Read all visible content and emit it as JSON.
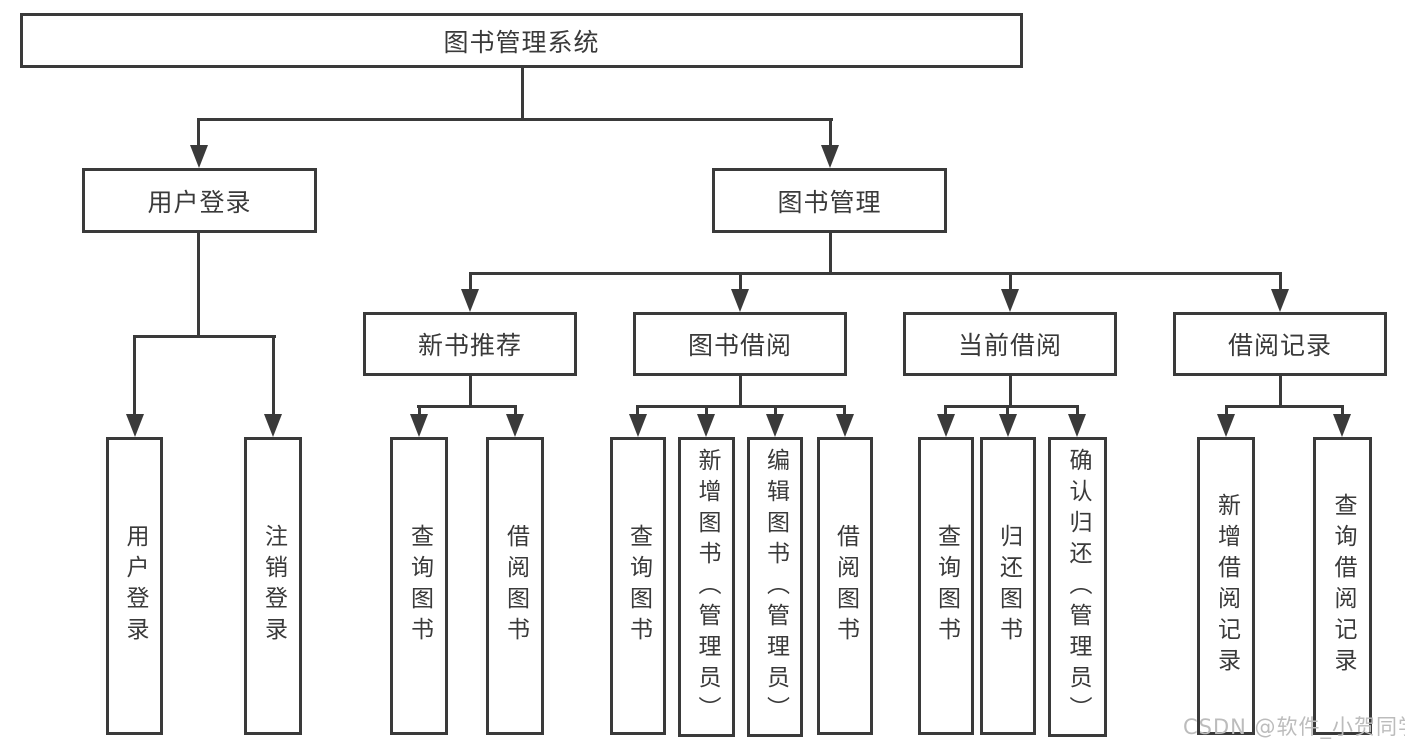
{
  "diagram_title": "图书管理系统",
  "nodes": {
    "root": "图书管理系统",
    "user_login": "用户登录",
    "book_mgmt": "图书管理",
    "new_book_rec": "新书推荐",
    "book_borrow": "图书借阅",
    "current_borrow": "当前借阅",
    "borrow_record": "借阅记录",
    "ul_login": "用户登录",
    "ul_logout": "注销登录",
    "nr_query": "查询图书",
    "nr_borrow": "借阅图书",
    "bb_query": "查询图书",
    "bb_add": "新增图书（管理员）",
    "bb_edit": "编辑图书（管理员）",
    "bb_borrow": "借阅图书",
    "cb_query": "查询图书",
    "cb_return": "归还图书",
    "cb_confirm": "确认归还（管理员）",
    "br_add": "新增借阅记录",
    "br_query": "查询借阅记录"
  },
  "watermark": "CSDN @软件_小贺同学",
  "colors": {
    "line": "#3a3a3a",
    "text": "#3a3a3a",
    "box_background": "#ffffff",
    "page_background": "#ffffff",
    "watermark": "#bcbcbc"
  }
}
